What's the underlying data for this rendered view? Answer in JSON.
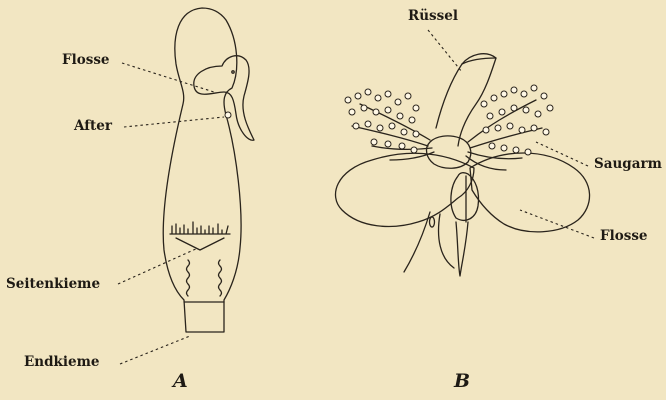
{
  "figure": {
    "panel_a": {
      "caption": "A",
      "labels": {
        "flosse": "Flosse",
        "after": "After",
        "seitenkieme": "Seitenkieme",
        "endkieme": "Endkieme"
      }
    },
    "panel_b": {
      "caption": "B",
      "labels": {
        "ruessel": "Rüssel",
        "saugarm": "Saugarm",
        "flosse": "Flosse"
      }
    }
  },
  "colors": {
    "paper": "#f2e6c2",
    "ink": "#2a241c"
  }
}
